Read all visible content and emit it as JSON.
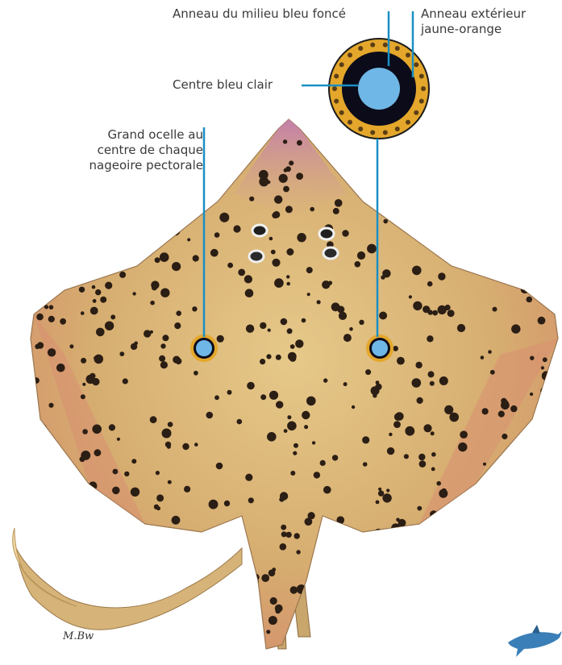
{
  "labels": {
    "middle_ring": "Anneau du milieu bleu foncé",
    "outer_ring": "Anneau extérieur jaune-orange",
    "center": "Centre bleu clair",
    "ocelle": "Grand ocelle au centre de chaque nageoire pectorale"
  },
  "signature": "M.Bw",
  "colors": {
    "leader_line": "#1a8fc4",
    "ocellus_center": "#6fb7e6",
    "ocellus_mid": "#0b0b1a",
    "ocellus_outer": "#e4a72b",
    "body": "#d9b677",
    "fin_edge": "#d88f71",
    "snout": "#c98aab",
    "spots": "#2b1e14"
  },
  "icons": {
    "logo": "shark-icon"
  }
}
